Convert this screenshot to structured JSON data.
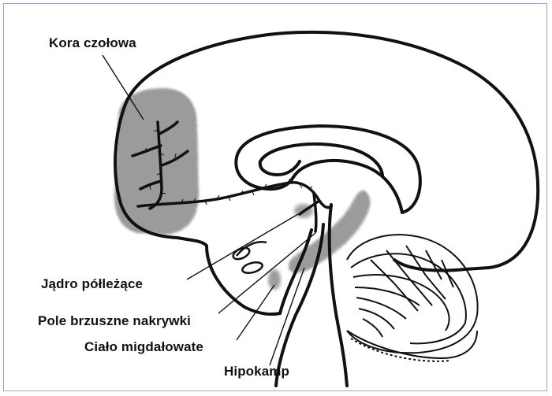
{
  "labels": {
    "prefrontal_cortex": "Kora czołowa",
    "nucleus_accumbens": "Jądro półleżące",
    "ventral_tegmental_area": "Pole brzuszne nakrywki",
    "amygdala": "Ciało migdałowate",
    "hippocampus": "Hipokamp"
  },
  "colors": {
    "outline": "#111111",
    "shaded_region": "#8a8a8a",
    "frame_border": "#9aa8c8"
  }
}
